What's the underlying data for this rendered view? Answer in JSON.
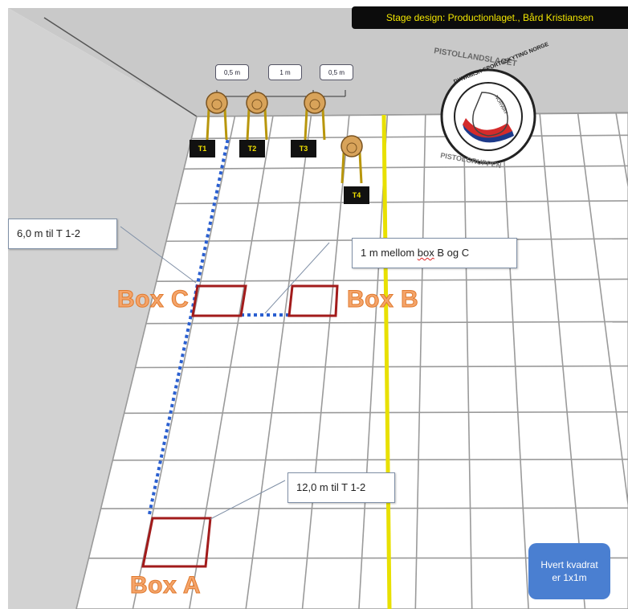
{
  "credit": "Stage design: Productionlaget., Bård Kristiansen",
  "targets": [
    {
      "id": "T1",
      "label": "T1"
    },
    {
      "id": "T2",
      "label": "T2"
    },
    {
      "id": "T3",
      "label": "T3"
    },
    {
      "id": "T4",
      "label": "T4"
    }
  ],
  "target_spacing": [
    "0,5 m",
    "1 m",
    "0,5 m"
  ],
  "boxes": {
    "a": "Box A",
    "b": "Box B",
    "c": "Box C"
  },
  "callouts": {
    "c_to_targets": "6,0 m til T 1-2",
    "b_to_c_prefix": "1 m mellom ",
    "b_to_c_word": "box",
    "b_to_c_suffix": " B og C",
    "a_to_targets": "12,0 m til T 1-2"
  },
  "info": {
    "line1": "Hvert kvadrat",
    "line2": "er 1x1m"
  },
  "logo": {
    "top_arc": "PISTOLLANDSLAGET",
    "bottom_arc": "PISTOLGRUPPEN",
    "ring_text": "DYNAMISK SPORTSSKYTING NORGE",
    "inner": "NORWAY"
  },
  "colors": {
    "grid_line": "#9a9a9a",
    "floor": "#ffffff",
    "wall": "#c8c8c8",
    "box_outline": "#a21b1b",
    "path_dots": "#2a5fd0",
    "center_line": "#e8e000",
    "label_orange": "#f4a46a"
  }
}
